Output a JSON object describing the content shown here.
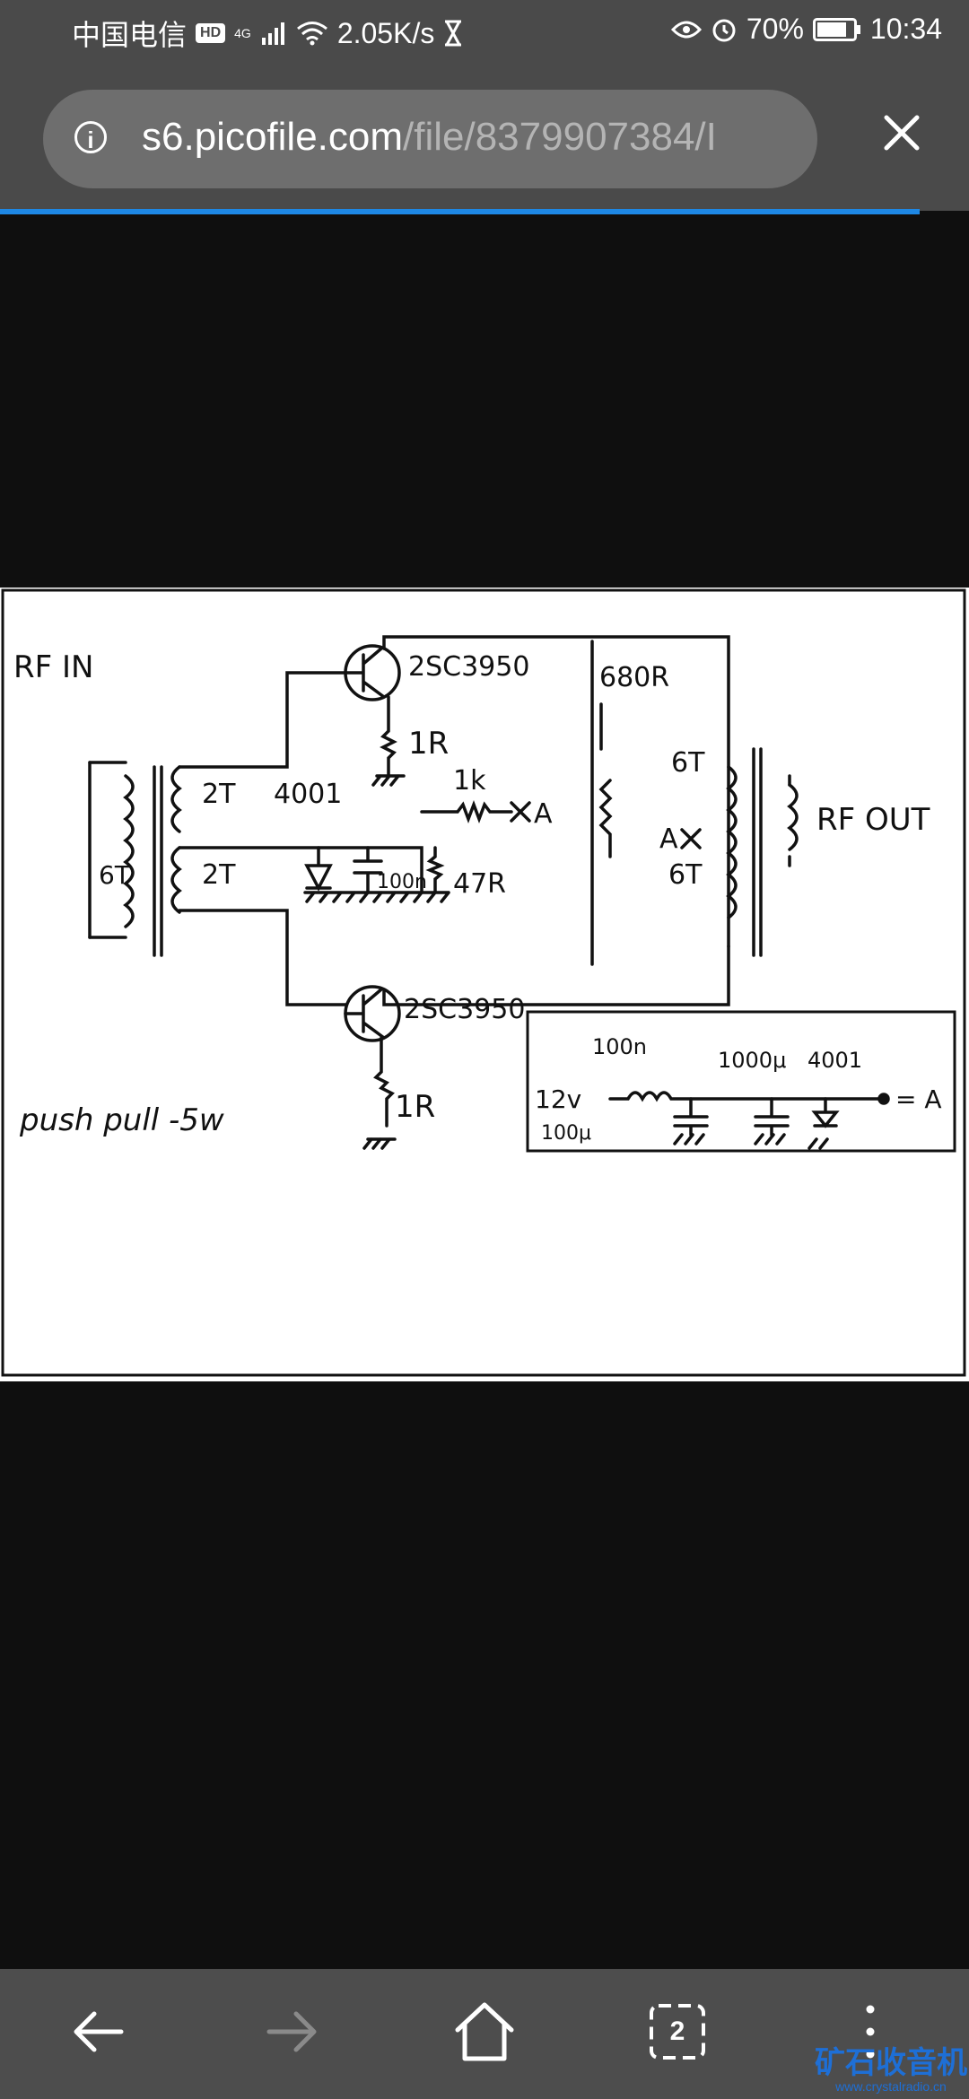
{
  "status": {
    "carrier": "中国电信",
    "hd": "HD",
    "network": "4G",
    "speed": "2.05K/s",
    "battery": "70%",
    "time": "10:34"
  },
  "browser": {
    "url_domain": "s6.picofile.com",
    "url_path": "/file/8379907384/I",
    "tab_count": "2"
  },
  "schematic": {
    "labels": {
      "rf_in": "RF IN",
      "rf_out": "RF OUT",
      "transistor_top": "2SC3950",
      "transistor_bottom": "2SC3950",
      "r_top": "1R",
      "r_bottom": "1R",
      "turns_in": "6T",
      "turns_2t_a": "2T",
      "turns_2t_b": "2T",
      "diode": "4001",
      "r_1k": "1k",
      "node_a": "A",
      "r_47": "47R",
      "cap_100n": "100n",
      "r_680": "680R",
      "out_6t_top": "6T",
      "out_6t_bottom": "6T",
      "out_a": "A",
      "title": "push pull -5w",
      "supply_12v": "12v",
      "supply_100n": "100n",
      "supply_1000u": "1000μ",
      "supply_4001": "4001",
      "supply_eqA": "= A",
      "supply_100u": "100μ"
    }
  },
  "watermark": {
    "title": "矿石收音机",
    "url": "www.crystalradio.cn"
  }
}
